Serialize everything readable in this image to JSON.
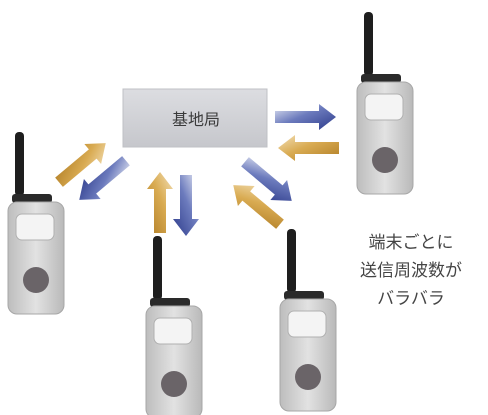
{
  "base_station": {
    "label": "基地局"
  },
  "caption": {
    "lines": [
      "端末ごとに",
      "送信周波数が",
      "バラバラ"
    ]
  },
  "radios": [
    {
      "name": "radio-top-right"
    },
    {
      "name": "radio-left"
    },
    {
      "name": "radio-bottom-center"
    },
    {
      "name": "radio-bottom-right"
    }
  ],
  "colors": {
    "uplink_arrow": "#c9962f",
    "downlink_arrow": "#3a4a9a",
    "radio_body": "#d4d4d4",
    "radio_antenna": "#1e1e1e",
    "radio_speaker": "#6a6468",
    "base_box": "#d3d4d8"
  }
}
